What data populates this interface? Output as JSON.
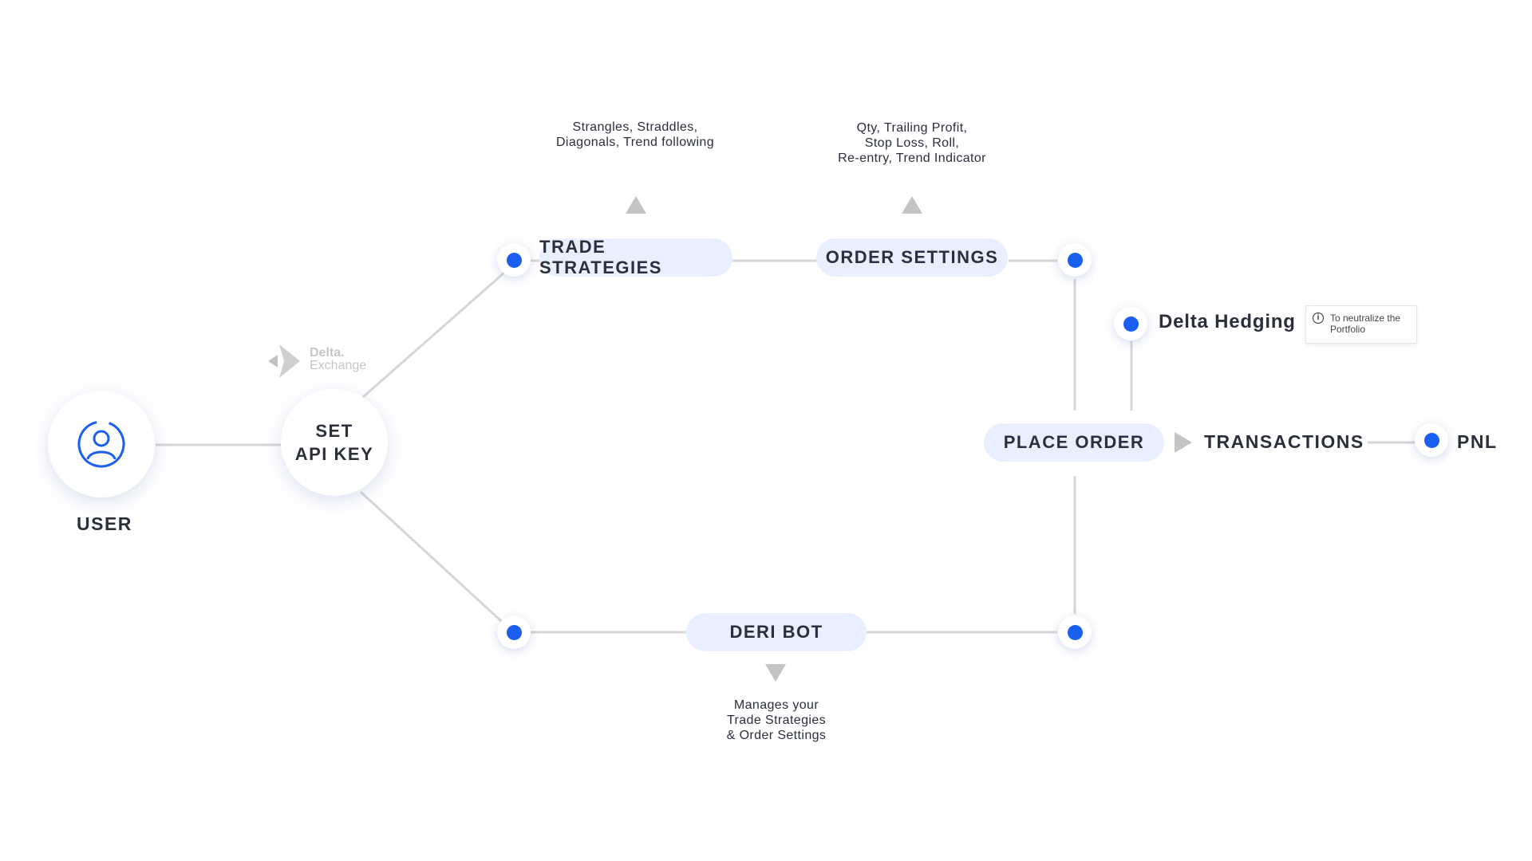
{
  "nodes": {
    "user": "USER",
    "api_key_line1": "SET",
    "api_key_line2": "API KEY",
    "trade_strategies": "TRADE STRATEGIES",
    "order_settings": "ORDER SETTINGS",
    "deri_bot": "DERI BOT",
    "place_order": "PLACE ORDER",
    "transactions": "TRANSACTIONS",
    "pnl": "PNL",
    "delta_hedging": "Delta Hedging"
  },
  "notes": {
    "trade_strategies_line1": "Strangles, Straddles,",
    "trade_strategies_line2": "Diagonals, Trend following",
    "order_settings_line1": "Qty, Trailing Profit,",
    "order_settings_line2": "Stop Loss, Roll,",
    "order_settings_line3": "Re-entry, Trend Indicator",
    "deri_bot_line1": "Manages your",
    "deri_bot_line2": "Trade Strategies",
    "deri_bot_line3": "& Order Settings"
  },
  "tooltip": {
    "icon": "info-icon",
    "line1": "To neutralize the",
    "line2": "Portfolio"
  },
  "logo": {
    "name_line1": "Delta.",
    "name_line2": "Exchange"
  },
  "colors": {
    "accent_dot": "#1a5ff0",
    "pill_bg": "#e8efff",
    "connector": "#d6d6d6",
    "arrow": "#c4c4c4"
  }
}
